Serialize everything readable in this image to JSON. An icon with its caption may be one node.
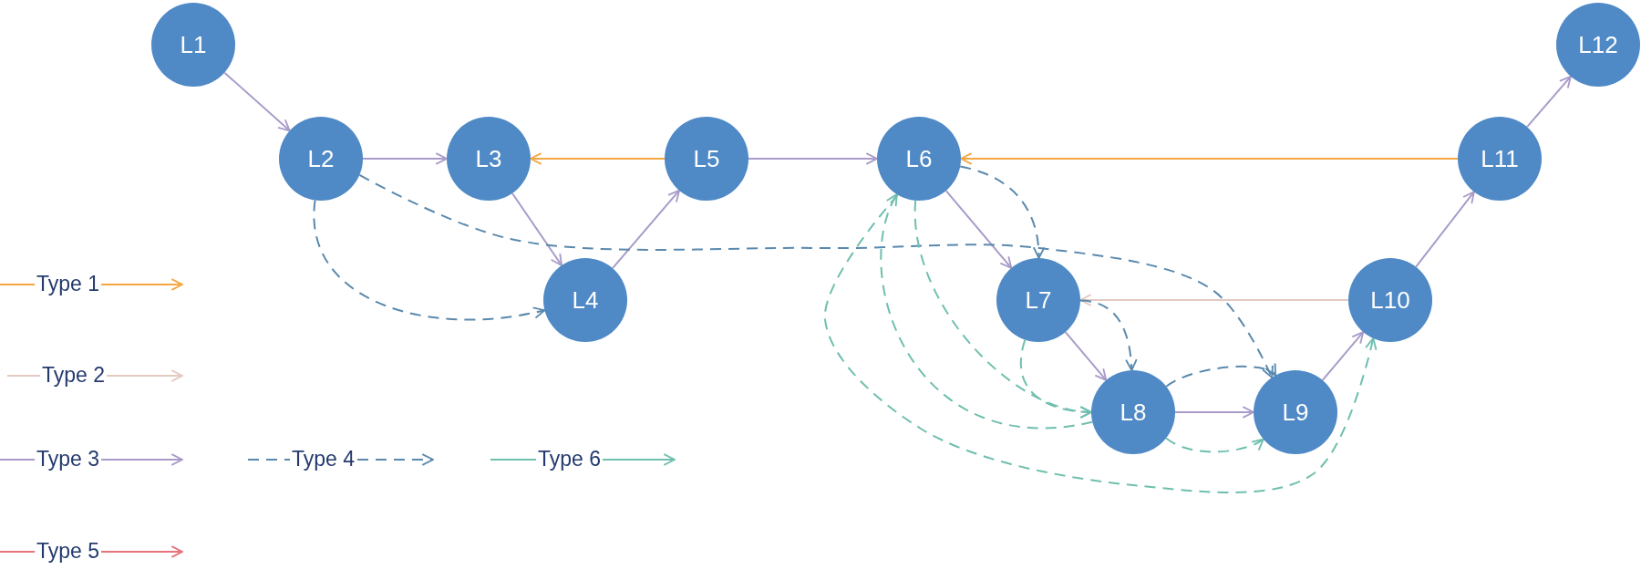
{
  "diagram": {
    "nodes": [
      {
        "text": [
          "L1"
        ]
      },
      {
        "text": [
          "L2"
        ]
      },
      {
        "text": [
          "L3"
        ]
      },
      {
        "text": [
          "L4"
        ]
      },
      {
        "text": [
          "L5"
        ]
      },
      {
        "text": [
          "L6"
        ]
      },
      {
        "text": [
          "L7"
        ]
      },
      {
        "text": [
          "L8"
        ]
      },
      {
        "text": [
          "L9"
        ]
      },
      {
        "text": [
          "L10"
        ]
      },
      {
        "text": [
          "L11"
        ]
      },
      {
        "text": [
          "L12"
        ]
      }
    ],
    "edges": [
      {
        "from": 0,
        "to": 1,
        "arrow": "to"
      },
      {
        "from": 1,
        "to": 2,
        "arrow": "to"
      },
      {
        "from": 2,
        "to": 3,
        "arrow": "to"
      },
      {
        "from": 3,
        "to": 4,
        "arrow": "to"
      },
      {
        "from": 4,
        "to": 5,
        "arrow": "to"
      },
      {
        "from": 5,
        "to": 6,
        "arrow": "to"
      },
      {
        "from": 6,
        "to": 7,
        "arrow": "to"
      },
      {
        "from": 7,
        "to": 8,
        "arrow": "to"
      },
      {
        "from": 8,
        "to": 9,
        "arrow": "to"
      },
      {
        "from": 9,
        "to": 10,
        "arrow": "to"
      },
      {
        "from": 10,
        "to": 11,
        "arrow": "to"
      },
      {
        "from": 4,
        "to": 2,
        "arrow": "to",
        "color": "#f5a742"
      },
      {
        "from": 10,
        "to": 5,
        "arrow": "to",
        "color": "#f5a742"
      },
      {
        "from": 9,
        "to": 6,
        "arrow": "to",
        "color": "#e3cac2"
      },
      {
        "from": 1,
        "to": 3,
        "arrow": "to",
        "style": "dashed",
        "color": "#5a89ad"
      },
      {
        "from": 1,
        "to": 8,
        "arrow": "to",
        "style": "dashed",
        "color": "#5a89ad"
      },
      {
        "from": 5,
        "to": 6,
        "arrow": "to",
        "style": "dashed",
        "color": "#5a89ad"
      },
      {
        "from": 6,
        "to": 7,
        "arrow": "to",
        "style": "dashed",
        "color": "#5a89ad"
      },
      {
        "from": 7,
        "to": 8,
        "arrow": "to",
        "style": "dashed",
        "color": "#5a89ad"
      },
      {
        "from": 7,
        "to": 5,
        "arrow": "to",
        "style": "dashed",
        "color": "#6fbfae"
      },
      {
        "from": 5,
        "to": 7,
        "arrow": "to",
        "style": "dashed",
        "color": "#6fbfae"
      },
      {
        "from": 6,
        "to": 7,
        "arrow": "to",
        "style": "dashed",
        "color": "#6fbfae"
      },
      {
        "from": 7,
        "to": 8,
        "arrow": "to",
        "style": "dashed",
        "color": "#6fbfae"
      },
      {
        "from": 5,
        "to": 9,
        "arrow": "to",
        "style": "dashed",
        "color": "#6fbfae"
      }
    ],
    "legend": [
      {
        "text": "Type 1"
      },
      {
        "text": "Type 2"
      },
      {
        "text": "Type 3"
      },
      {
        "text": "Type 4"
      },
      {
        "text": "Type 6"
      },
      {
        "text": "Type 5"
      }
    ]
  }
}
